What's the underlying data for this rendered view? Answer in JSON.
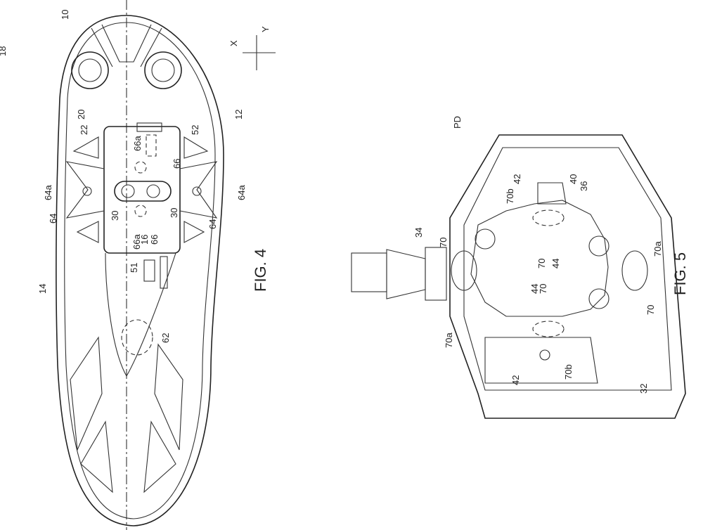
{
  "fig4": {
    "caption": "FIG. 4",
    "labels": [
      "10",
      "18",
      "X",
      "Y",
      "20",
      "22",
      "12",
      "52",
      "66a",
      "66",
      "64a",
      "64a",
      "64",
      "64",
      "30",
      "30",
      "66a",
      "16",
      "66",
      "51",
      "14",
      "62"
    ]
  },
  "fig5": {
    "caption": "FIG. 5",
    "labels": [
      "PD",
      "34",
      "70",
      "70a",
      "42",
      "70b",
      "40",
      "36",
      "70",
      "44",
      "44",
      "70",
      "70a",
      "70",
      "42",
      "70b",
      "32"
    ]
  }
}
